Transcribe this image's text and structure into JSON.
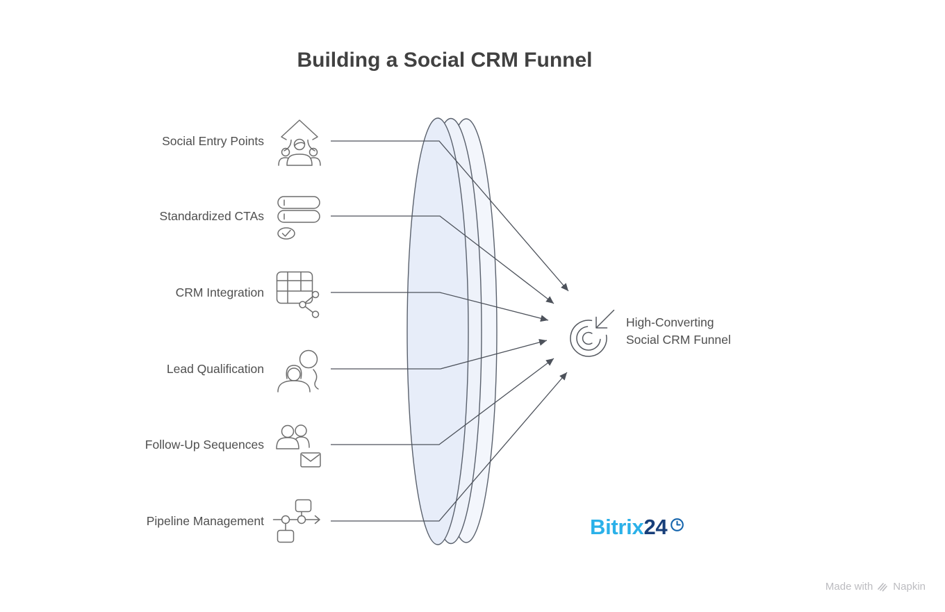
{
  "title": "Building a Social CRM Funnel",
  "items": [
    {
      "label": "Social Entry Points",
      "icon": "people-up-arrow-icon"
    },
    {
      "label": "Standardized CTAs",
      "icon": "cta-buttons-icon"
    },
    {
      "label": "CRM Integration",
      "icon": "table-share-icon"
    },
    {
      "label": "Lead Qualification",
      "icon": "person-review-icon"
    },
    {
      "label": "Follow-Up Sequences",
      "icon": "people-mail-icon"
    },
    {
      "label": "Pipeline Management",
      "icon": "flowchart-icon"
    }
  ],
  "result": {
    "line1": "High-Converting",
    "line2": "Social CRM Funnel",
    "icon": "target-arrow-icon"
  },
  "funnel": {
    "shape": "lens-disc",
    "layers": 3
  },
  "brand": {
    "name_light": "Bitrix",
    "name_dark": "24",
    "icon": "clock-icon"
  },
  "watermark": {
    "prefix": "Made with",
    "brand": "Napkin",
    "icon": "napkin-icon"
  },
  "colors": {
    "title": "#414141",
    "label": "#4f4f4f",
    "line": "#4d525b",
    "lens-fill": "#e7edf9",
    "lens-fill-mid": "#eef2fa",
    "lens-fill-back": "#f3f6fc",
    "lens-stroke": "#59606c",
    "icon": "#6d6d6d",
    "bitrix-light": "#2bb1e9",
    "bitrix-dark": "#183f7a",
    "clock": "#1565ad",
    "watermark": "#bcbcc0"
  }
}
